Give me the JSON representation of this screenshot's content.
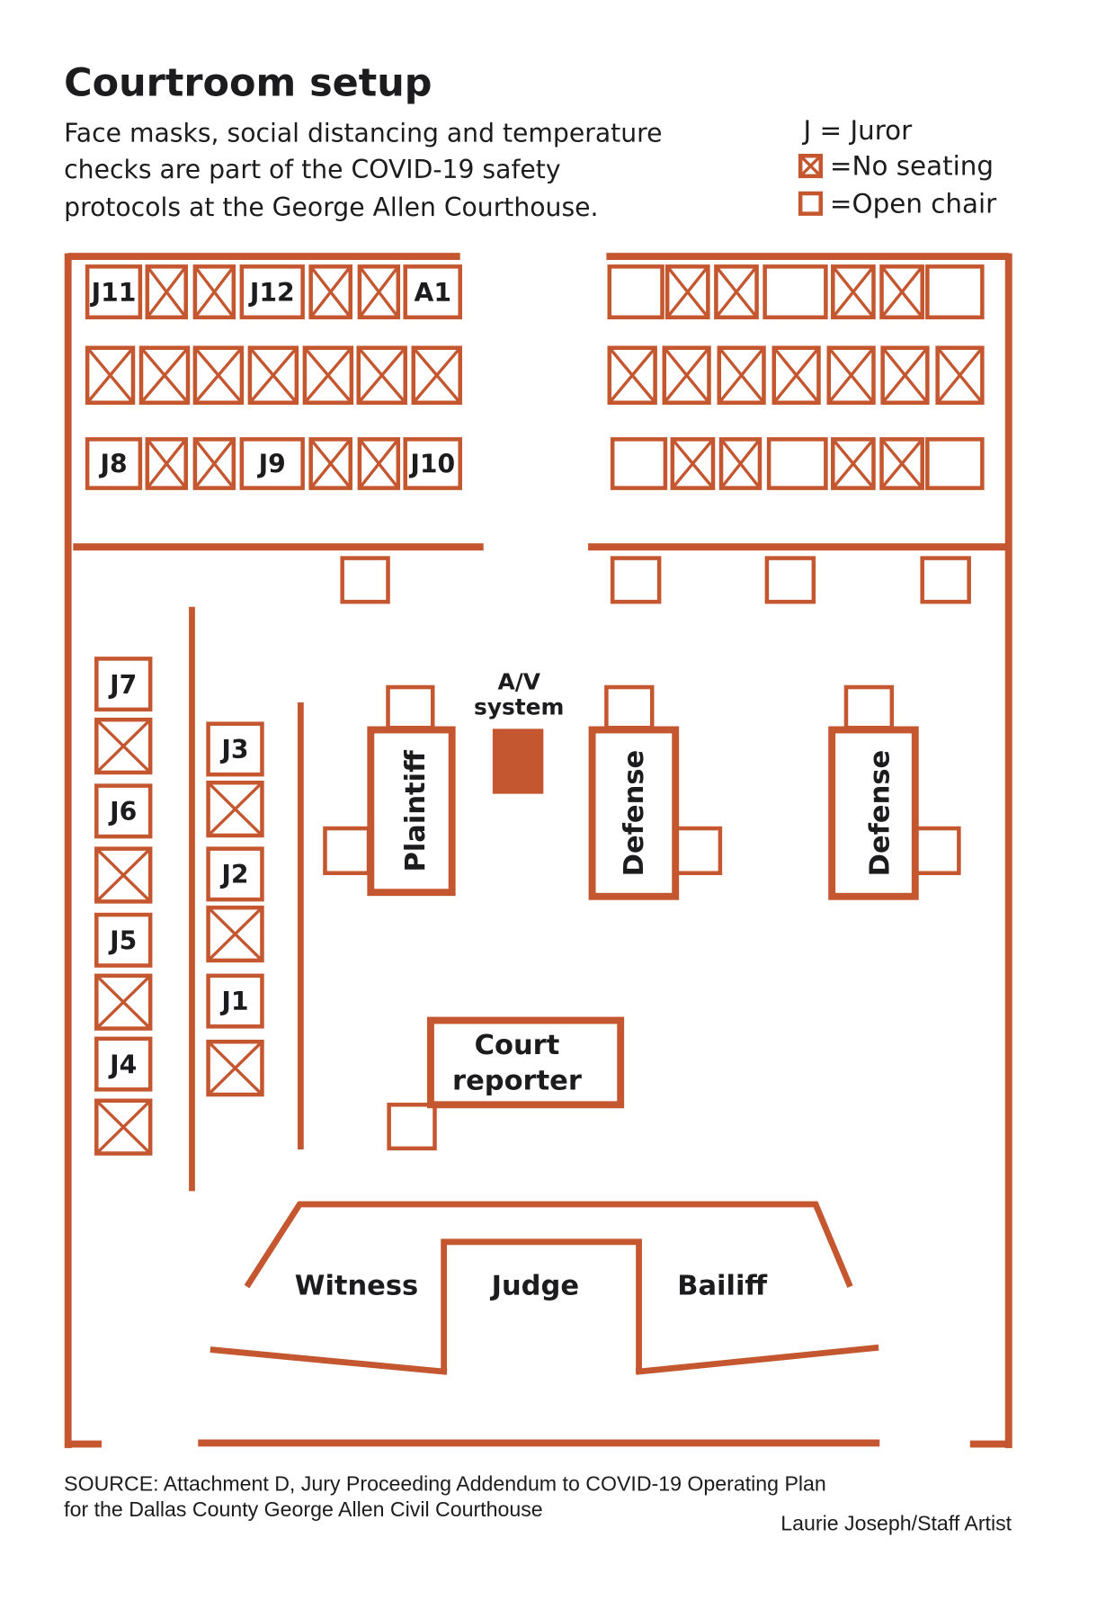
{
  "title": "Courtroom setup",
  "subtitle_lines": [
    "Face masks, social distancing and temperature",
    "checks are part of the COVID-19 safety",
    "protocols at the George Allen Courthouse."
  ],
  "legend": {
    "juror": "J = Juror",
    "no_seating": "=No seating",
    "open_chair": "=Open chair"
  },
  "colors": {
    "accent": "#c4572f",
    "text": "#1c1c1e",
    "background": "#ffffff"
  },
  "gallery_left": {
    "rows": [
      [
        "J11",
        "X",
        "X",
        "J12",
        "X",
        "X",
        "A1"
      ],
      [
        "X",
        "X",
        "X",
        "X",
        "X",
        "X",
        "X"
      ],
      [
        "J8",
        "X",
        "X",
        "J9",
        "X",
        "X",
        "J10"
      ]
    ]
  },
  "gallery_right": {
    "rows": [
      [
        "open",
        "X",
        "X",
        "open",
        "X",
        "X",
        "open"
      ],
      [
        "X",
        "X",
        "X",
        "X",
        "X",
        "X",
        "X"
      ],
      [
        "open",
        "X",
        "X",
        "open",
        "X",
        "X",
        "open"
      ]
    ]
  },
  "jury_box_outer": [
    "J7",
    "X",
    "J6",
    "X",
    "J5",
    "X",
    "J4",
    "X"
  ],
  "jury_box_inner": [
    "J3",
    "X",
    "J2",
    "X",
    "J1",
    "X"
  ],
  "tables": {
    "plaintiff": "Plaintiff",
    "defense_1": "Defense",
    "defense_2": "Defense",
    "av_line1": "A/V",
    "av_line2": "system",
    "court_reporter_line1": "Court",
    "court_reporter_line2": "reporter"
  },
  "bench": {
    "witness": "Witness",
    "judge": "Judge",
    "bailiff": "Bailiff"
  },
  "footer": {
    "source_line1": "SOURCE: Attachment D, Jury Proceeding Addendum to COVID-19 Operating Plan",
    "source_line2": "for the Dallas County George Allen Civil Courthouse",
    "credit": "Laurie Joseph/Staff Artist"
  }
}
